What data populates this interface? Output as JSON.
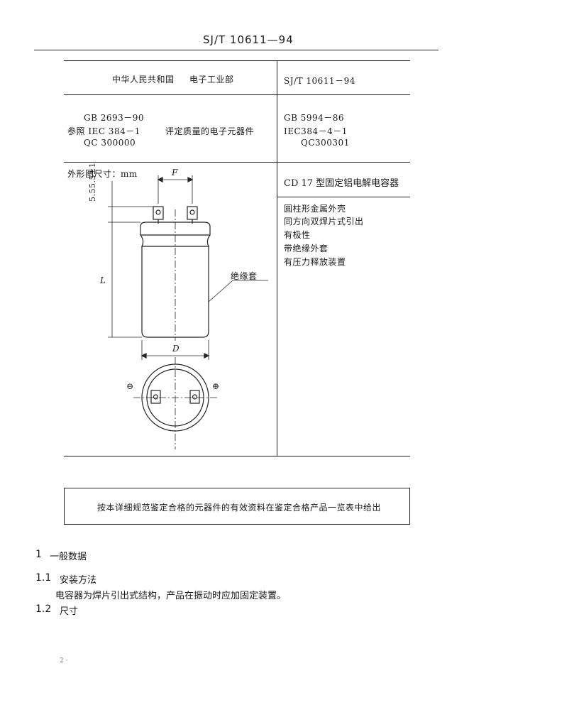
{
  "header": {
    "standard_number": "SJ/T 10611—94"
  },
  "title_block": {
    "issuer": "中华人民共和国",
    "ministry": "电子工业部",
    "right_number": "SJ/T 10611－94",
    "ref_left": [
      "GB 2693－90",
      "参照 IEC 384－1",
      "QC 300000"
    ],
    "ref_middle": "评定质量的电子元器件",
    "ref_right": [
      "GB 5994－86",
      "IEC384－4－1",
      "QC300301"
    ],
    "drawing_caption": "外形图尺寸：mm",
    "product_title": "CD 17 型固定铝电解电容器",
    "features": [
      "圆柱形金属外壳",
      "同方向双焊片式引出",
      "有极性",
      "带绝缘外套",
      "有压力释放装置"
    ]
  },
  "drawing": {
    "label_F": "F",
    "label_dim_vertical": "5.55.5±1",
    "label_L": "L",
    "label_D": "D",
    "label_insulation": "绝缘套",
    "label_neg": "⊖",
    "label_pos": "⊕"
  },
  "notice": "按本详细规范鉴定合格的元器件的有效资料在鉴定合格产品一览表中给出",
  "section1": {
    "num": "1",
    "title": "一般数据"
  },
  "section1_1": {
    "num": "1.1",
    "title": "安装方法",
    "body": "电容器为焊片引出式结构，产品在振动时应加固定装置。"
  },
  "section1_2": {
    "num": "1.2",
    "title": "尺寸"
  },
  "footer": {
    "page_mark": "2 ·"
  }
}
